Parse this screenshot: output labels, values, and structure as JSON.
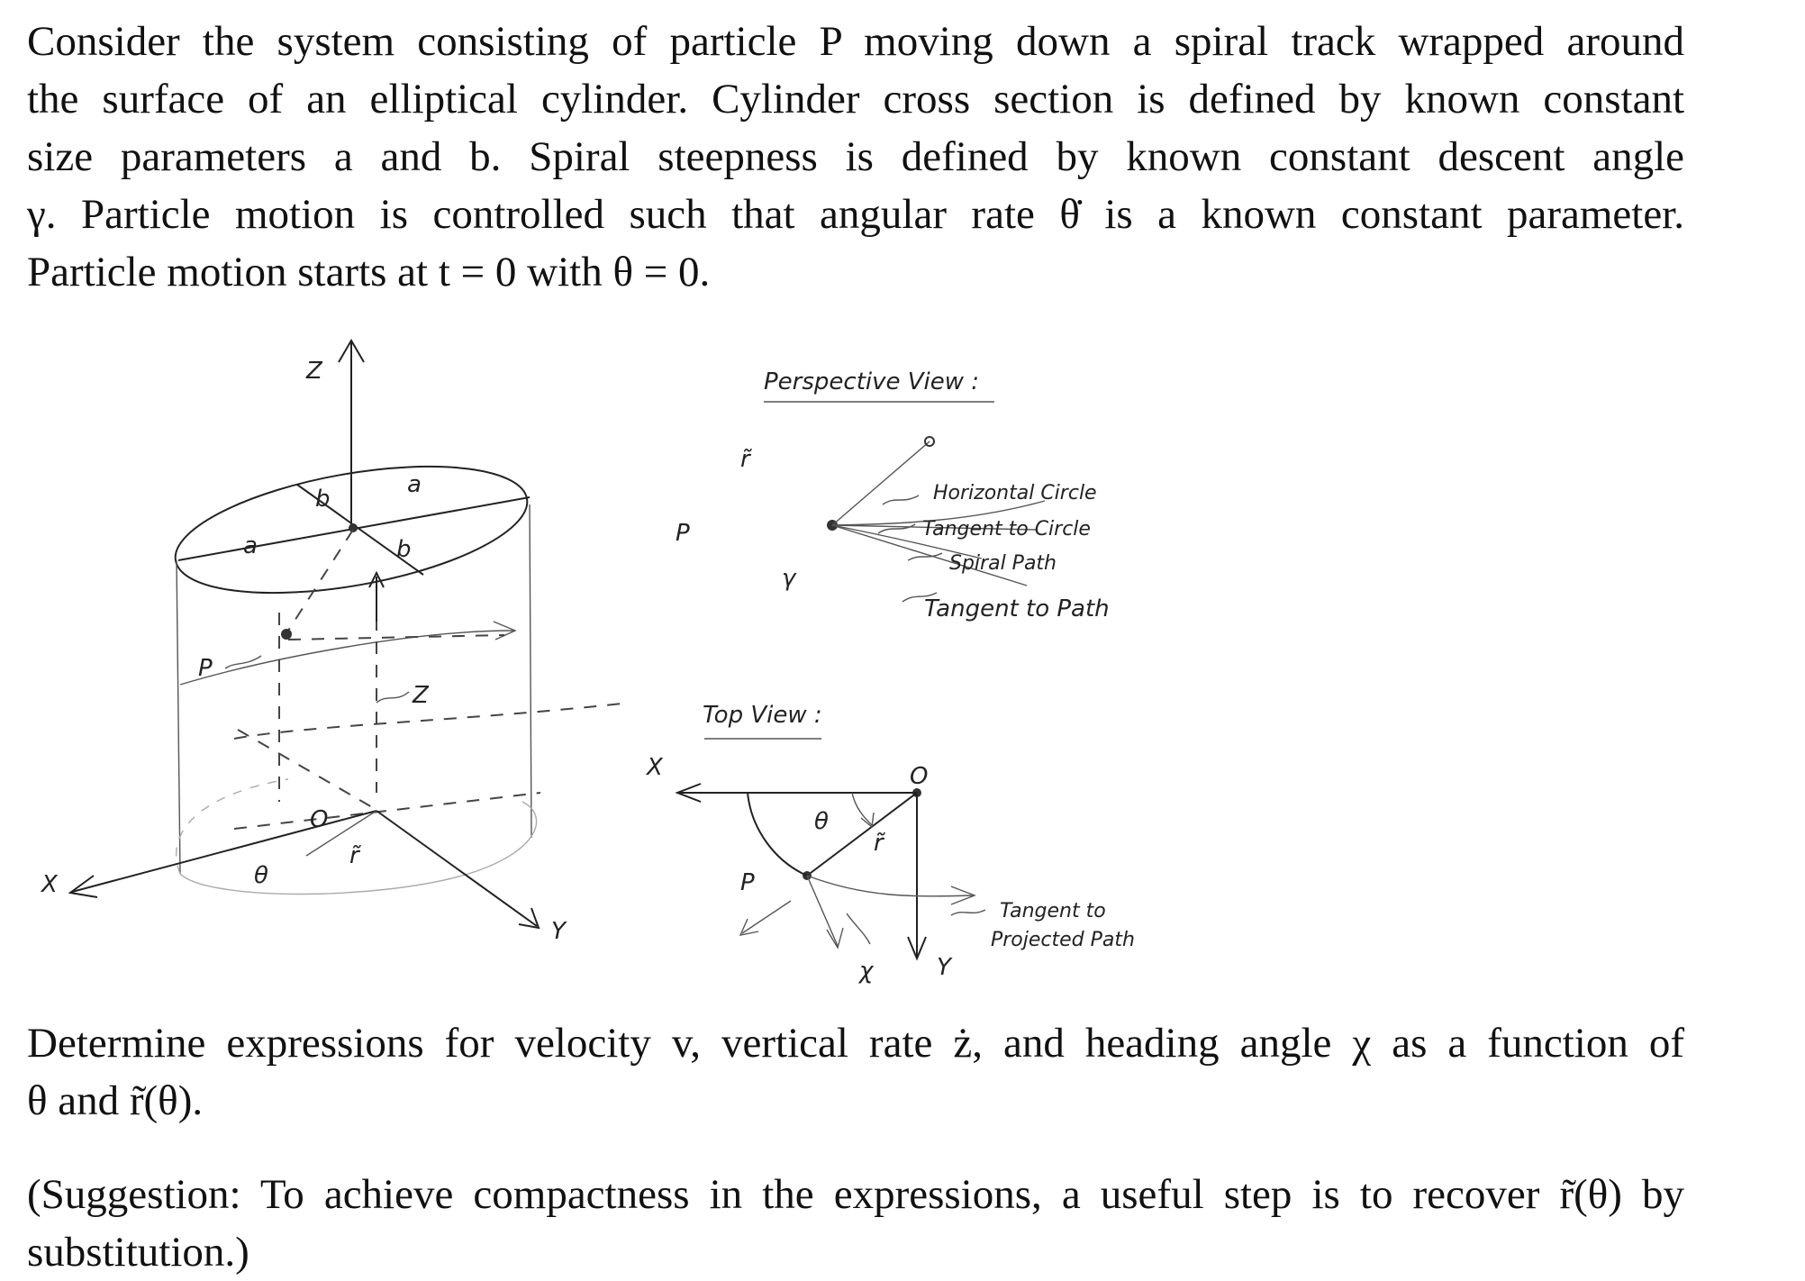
{
  "problem": {
    "intro_lines": [
      "Consider the system consisting of particle P moving down a spiral track wrapped around",
      "the surface of an elliptical cylinder. Cylinder cross section is defined by known constant",
      "size parameters a and b.  Spiral steepness is defined by known constant descent angle",
      "γ. Particle motion is controlled such that angular rate θ̇ is a known constant parameter.",
      "Particle motion starts at t = 0 with θ = 0."
    ],
    "question_lines": [
      "Determine expressions for velocity v, vertical rate ż, and heading angle χ as a function of",
      "θ and r̃(θ)."
    ],
    "suggestion_lines": [
      "(Suggestion: To achieve compactness in the expressions, a useful step is to recover r̃(θ) by",
      "substitution.)"
    ]
  },
  "figure": {
    "cylinder": {
      "z_axis": "Z",
      "x_axis": "X",
      "y_axis": "Y",
      "a_label_top": "a",
      "a_label_left": "a",
      "b_label_top": "b",
      "b_label_right": "b",
      "p_label": "P",
      "z_marker": "Z",
      "theta_label": "θ",
      "rtilde_label": "r̃",
      "o_label": "O"
    },
    "perspective": {
      "heading": "Perspective View :",
      "p_label": "P",
      "rtilde_label": "r̃",
      "gamma_label": "γ",
      "legend": [
        "Horizontal Circle",
        "Tangent to Circle",
        "Spiral Path",
        "Tangent to Path"
      ]
    },
    "top_view": {
      "heading": "Top View :",
      "o_label": "O",
      "x_label": "X",
      "y_label": "Y",
      "theta_label": "θ",
      "rtilde_label": "r̃",
      "p_label": "P",
      "chi_label": "χ",
      "tangent_label_line1": "Tangent to",
      "tangent_label_line2": "Projected Path"
    }
  }
}
